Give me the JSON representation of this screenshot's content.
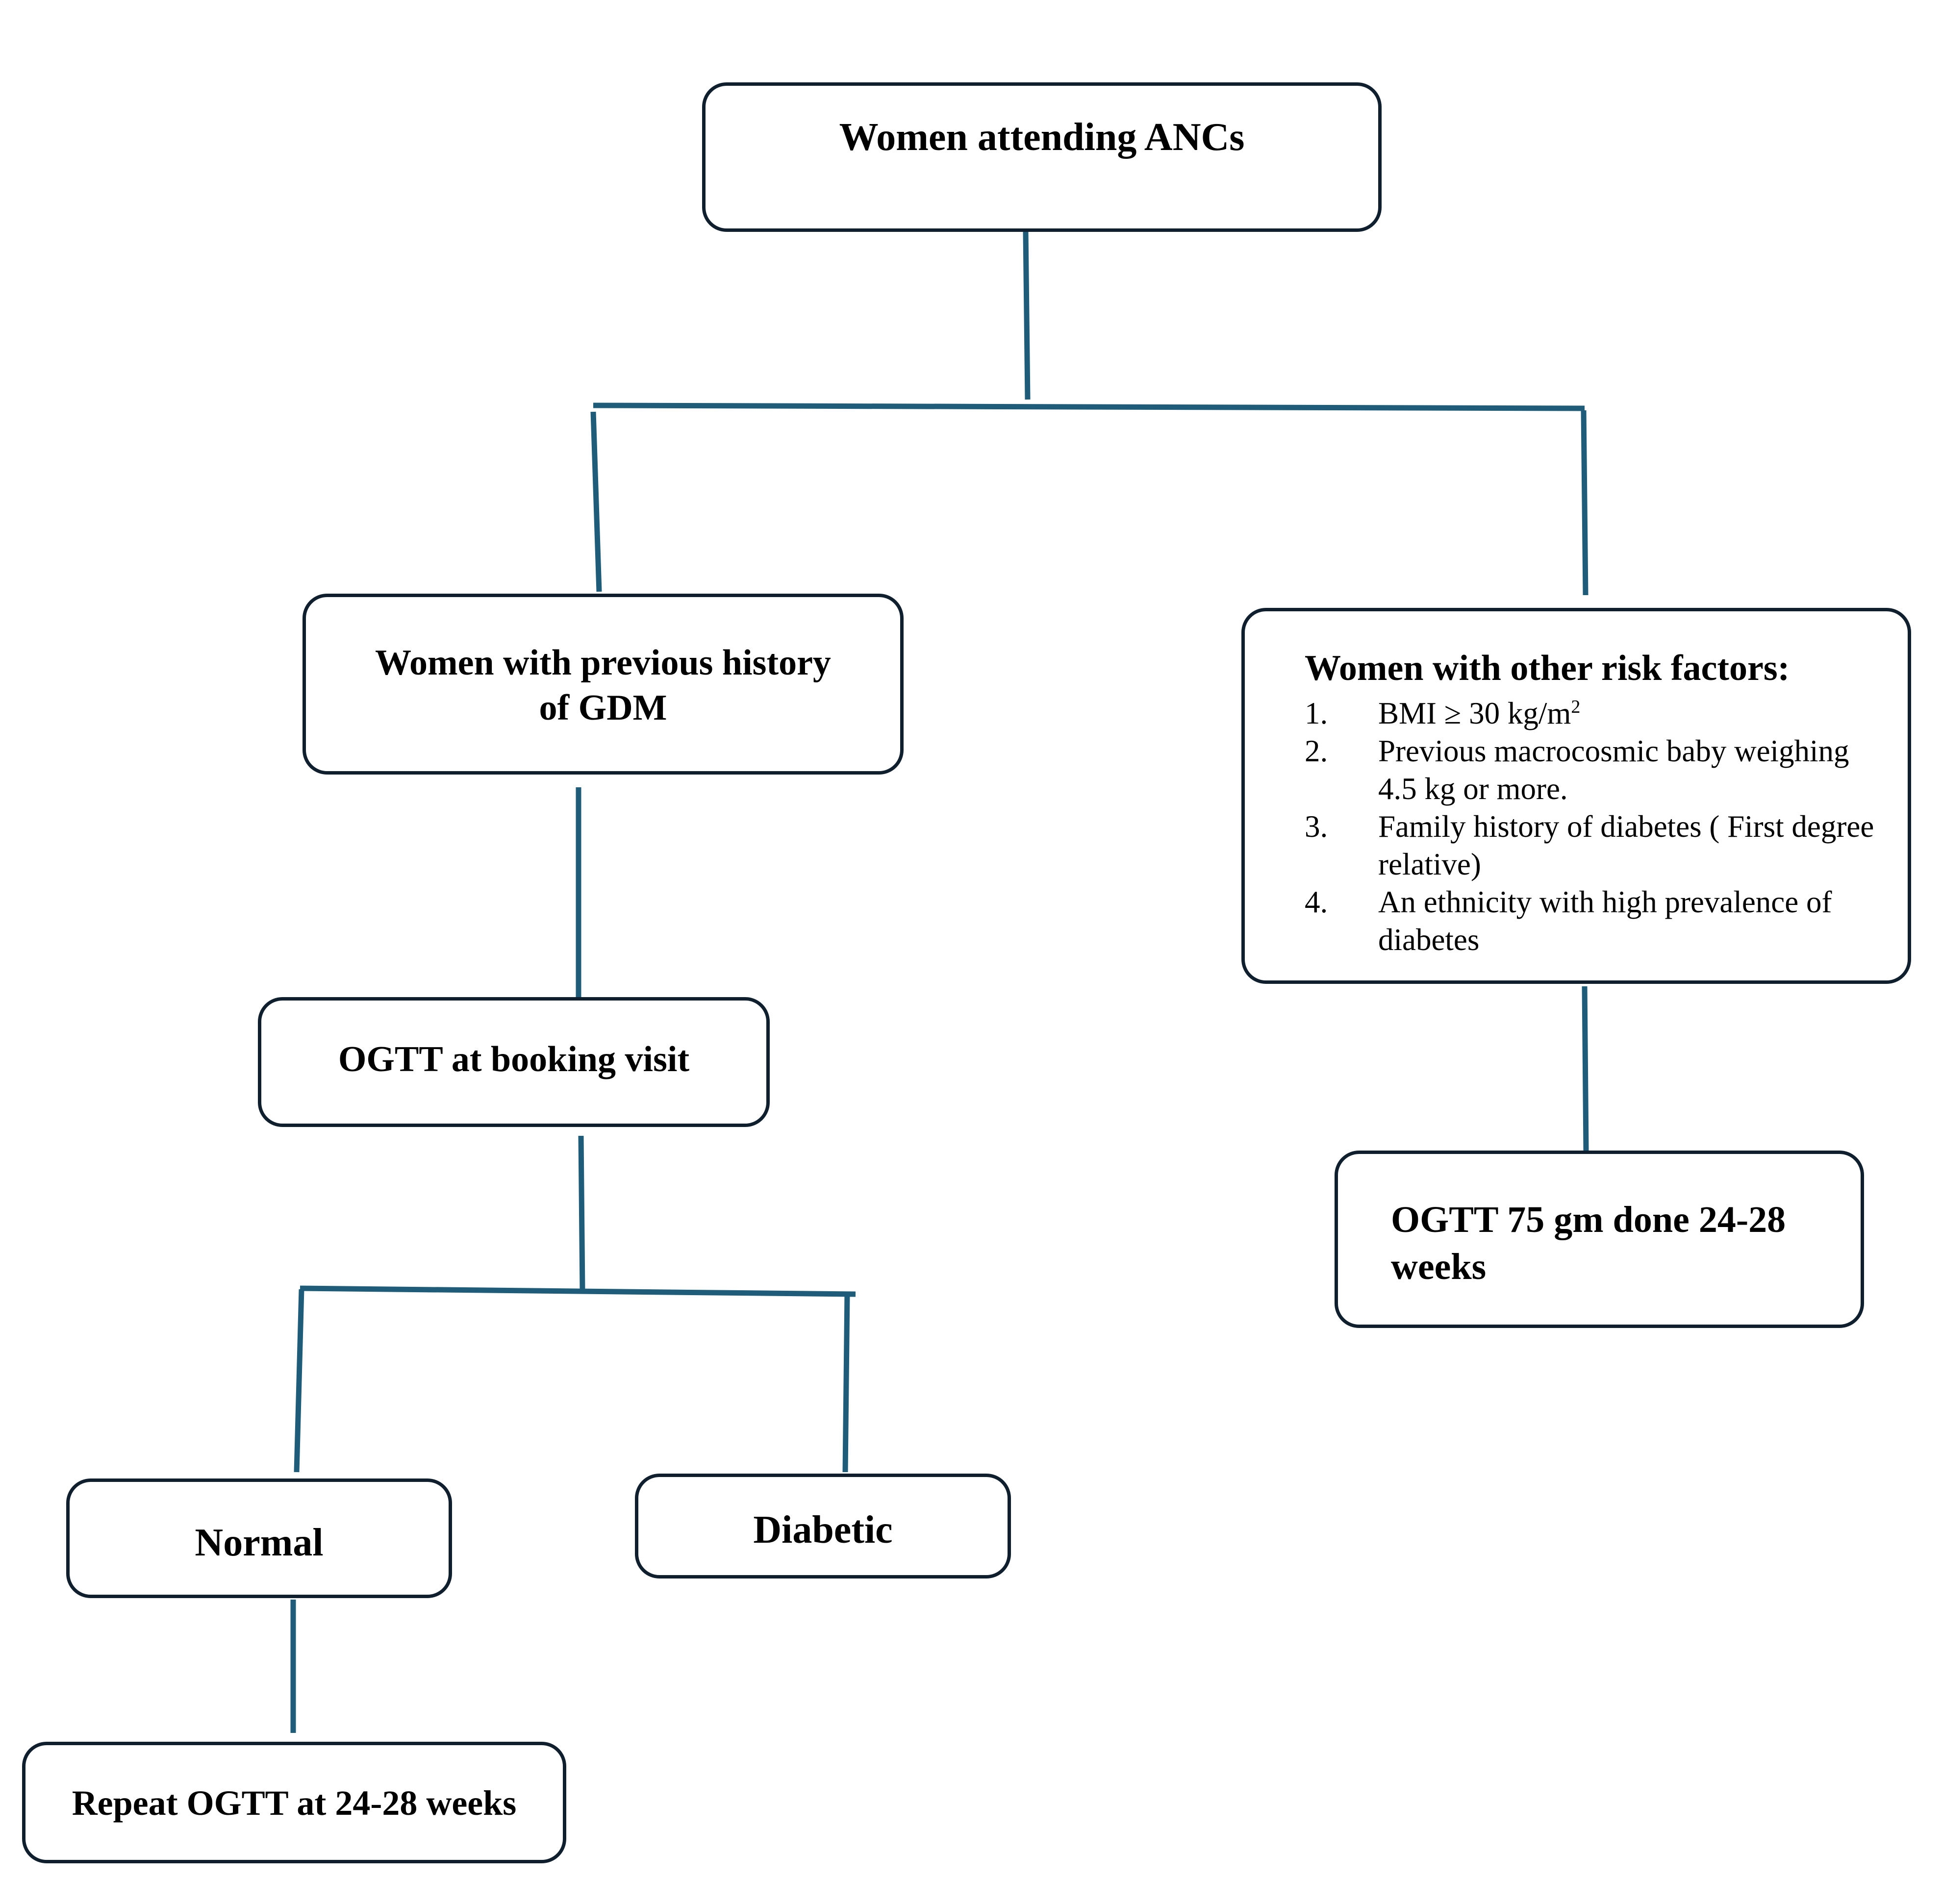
{
  "diagram": {
    "root": {
      "label": "Women attending ANCs"
    },
    "previous_gdm": {
      "label_line1": "Women with previous history",
      "label_line2": "of GDM"
    },
    "booking_ogtt": {
      "label": "OGTT at booking visit"
    },
    "normal": {
      "label": "Normal"
    },
    "diabetic": {
      "label": "Diabetic"
    },
    "repeat_ogtt": {
      "label": "Repeat OGTT at 24-28 weeks"
    },
    "other_risk": {
      "title": "Women with other risk factors:",
      "items": [
        {
          "number": "1.",
          "text": "BMI ≥ 30 kg/m",
          "superscript": "2"
        },
        {
          "number": "2.",
          "text": "Previous macrocosmic baby weighing 4.5 kg or more."
        },
        {
          "number": "3.",
          "text": "Family history of diabetes ( First degree relative)"
        },
        {
          "number": "4.",
          "text": "An ethnicity with high prevalence of diabetes"
        }
      ]
    },
    "ogtt_75": {
      "label_line1": "OGTT 75 gm done 24-28",
      "label_line2": "weeks"
    }
  },
  "colors": {
    "connector": "#1f5c7a",
    "box_border": "#0f1f2e",
    "background": "#ffffff",
    "text": "#000000"
  }
}
